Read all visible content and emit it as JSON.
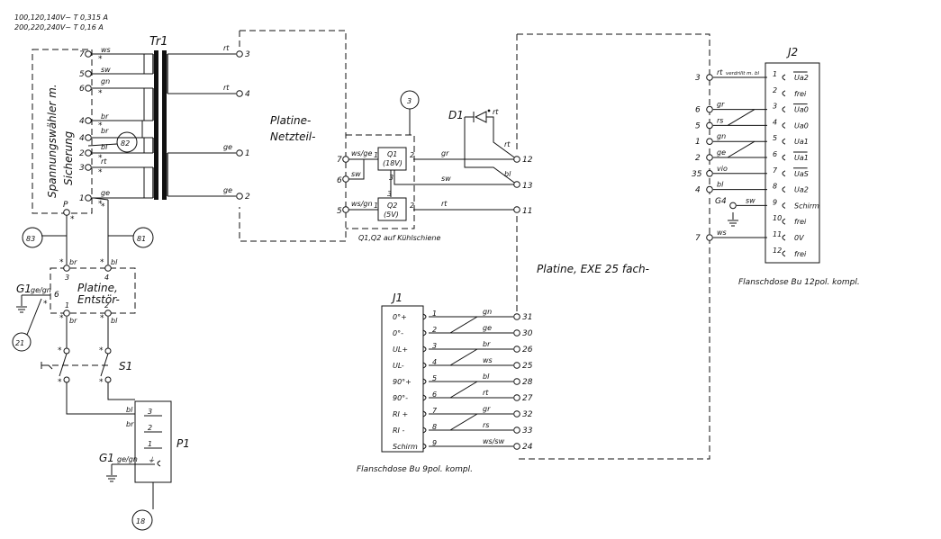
{
  "ratings": {
    "line1": "100,120,140V~   T 0,315 A",
    "line2": "200,220,240V~   T 0,16 A"
  },
  "selector": {
    "label1": "Spannungswähler m.",
    "label2": "Sicherung"
  },
  "transformer": {
    "label": "Tr1"
  },
  "primary_pins": [
    {
      "num": "7",
      "color": "ws"
    },
    {
      "num": "5",
      "color": "sw"
    },
    {
      "num": "6",
      "color": "gn"
    },
    {
      "num": "4",
      "color": "br"
    },
    {
      "num": "4",
      "color": "br"
    },
    {
      "num": "2",
      "color": "bl"
    },
    {
      "num": "3",
      "color": "rt"
    },
    {
      "num": "1",
      "color": "ge"
    }
  ],
  "secondary_pins": [
    {
      "num": "3",
      "color": "rt"
    },
    {
      "num": "4",
      "color": "rt"
    },
    {
      "num": "1",
      "color": "ge"
    },
    {
      "num": "2",
      "color": "ge"
    }
  ],
  "p_label": "P",
  "netzteil": {
    "line1": "Platine-",
    "line2": "Netzteil-"
  },
  "bubbles": {
    "b3": "3",
    "b82": "82",
    "b83": "83",
    "b81": "81",
    "b21": "21",
    "b18": "18"
  },
  "regulators": {
    "q1_name": "Q1",
    "q1_type": "(18V)",
    "q2_name": "Q2",
    "q2_type": "(5V)",
    "caption": "Q1,Q2 auf Kühlschiene",
    "inputs": [
      {
        "num": "7",
        "color": "ws/ge"
      },
      {
        "num": "6",
        "color": "sw"
      },
      {
        "num": "5",
        "color": "ws/gn"
      }
    ],
    "pins": {
      "q1_in": "1",
      "q1_out": "2",
      "q1_gnd": "3",
      "q2_in": "1",
      "q2_out": "2",
      "q2_gnd": "3"
    },
    "outputs": [
      {
        "color": "gr",
        "num": "12"
      },
      {
        "color": "sw",
        "num": "13"
      },
      {
        "color": "rt",
        "num": "11"
      }
    ]
  },
  "led": {
    "label": "D1",
    "rt": "rt",
    "bl": "bl",
    "rt2": "rt"
  },
  "exe": {
    "label": "Platine, EXE 25 fach-"
  },
  "entstoer": {
    "line1": "Platine,",
    "line2": "Entstör-",
    "g1": "G1",
    "g1_wire": "ge/gn",
    "pin6": "6",
    "top": [
      {
        "num": "3",
        "color": "br"
      },
      {
        "num": "4",
        "color": "bl"
      }
    ],
    "bottom": [
      {
        "num": "1",
        "color": "br"
      },
      {
        "num": "2",
        "color": "bl"
      }
    ]
  },
  "switch": {
    "label": "S1"
  },
  "p1": {
    "label": "P1",
    "rows": [
      {
        "wire": "bl",
        "pin": "3"
      },
      {
        "wire": "br",
        "pin": "2"
      },
      {
        "wire": "",
        "pin": "1"
      },
      {
        "wire": "ge/gn",
        "pin": "⏚"
      }
    ],
    "g1": "G1"
  },
  "j1": {
    "label": "J1",
    "caption": "Flanschdose  Bu 9pol. kompl.",
    "rows": [
      {
        "name": "0°+",
        "pin": "1",
        "color": "gn",
        "num": "31"
      },
      {
        "name": "0°-",
        "pin": "2",
        "color": "ge",
        "num": "30"
      },
      {
        "name": "UL+",
        "pin": "3",
        "color": "br",
        "num": "26"
      },
      {
        "name": "UL-",
        "pin": "4",
        "color": "ws",
        "num": "25"
      },
      {
        "name": "90°+",
        "pin": "5",
        "color": "bl",
        "num": "28"
      },
      {
        "name": "90°-",
        "pin": "6",
        "color": "rt",
        "num": "27"
      },
      {
        "name": "RI +",
        "pin": "7",
        "color": "gr",
        "num": "32"
      },
      {
        "name": "RI -",
        "pin": "8",
        "color": "rs",
        "num": "33"
      },
      {
        "name": "Schirm",
        "pin": "9",
        "color": "ws/sw",
        "num": "24"
      }
    ]
  },
  "j2": {
    "label": "J2",
    "caption": "Flanschdose  Bu 12pol. kompl.",
    "g4": "G4",
    "rows": [
      {
        "num": "3",
        "color": "rt",
        "extra": "verdrillt m. bl",
        "pin": "1",
        "name": "Ua2",
        "bar": true
      },
      {
        "num": "",
        "color": "",
        "extra": "",
        "pin": "2",
        "name": "frei",
        "bar": false
      },
      {
        "num": "6",
        "color": "gr",
        "extra": "",
        "pin": "3",
        "name": "Ua0",
        "bar": true
      },
      {
        "num": "5",
        "color": "rs",
        "extra": "",
        "pin": "4",
        "name": "Ua0",
        "bar": false
      },
      {
        "num": "1",
        "color": "gn",
        "extra": "",
        "pin": "5",
        "name": "Ua1",
        "bar": false
      },
      {
        "num": "2",
        "color": "ge",
        "extra": "",
        "pin": "6",
        "name": "Ua1",
        "bar": true
      },
      {
        "num": "35",
        "color": "vio",
        "extra": "",
        "pin": "7",
        "name": "UaS",
        "bar": true
      },
      {
        "num": "4",
        "color": "bl",
        "extra": "",
        "pin": "8",
        "name": "Ua2",
        "bar": false
      },
      {
        "num": "",
        "color": "sw",
        "extra": "",
        "pin": "9",
        "name": "Schirm",
        "bar": false
      },
      {
        "num": "",
        "color": "",
        "extra": "",
        "pin": "10",
        "name": "frei",
        "bar": false
      },
      {
        "num": "7",
        "color": "ws",
        "extra": "",
        "pin": "11",
        "name": "0V",
        "bar": false
      },
      {
        "num": "",
        "color": "",
        "extra": "",
        "pin": "12",
        "name": "frei",
        "bar": false
      }
    ]
  }
}
